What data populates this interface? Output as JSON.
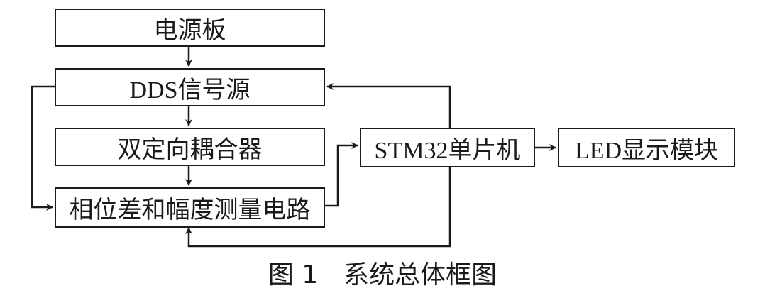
{
  "diagram": {
    "nodes": {
      "power_board": "电源板",
      "dds_source": "DDS信号源",
      "coupler": "双定向耦合器",
      "measure_circuit": "相位差和幅度测量电路",
      "mcu": "STM32单片机",
      "led_module": "LED显示模块"
    },
    "edges": [
      {
        "from": "power_board",
        "to": "dds_source"
      },
      {
        "from": "dds_source",
        "to": "coupler"
      },
      {
        "from": "coupler",
        "to": "measure_circuit"
      },
      {
        "from": "dds_source",
        "to": "measure_circuit"
      },
      {
        "from": "measure_circuit",
        "to": "mcu"
      },
      {
        "from": "mcu",
        "to": "led_module"
      },
      {
        "from": "mcu",
        "to": "dds_source"
      },
      {
        "from": "mcu",
        "to": "measure_circuit"
      }
    ],
    "caption": "图 1　系统总体框图"
  },
  "colors": {
    "stroke": "#1a1a1a",
    "background": "#ffffff"
  }
}
